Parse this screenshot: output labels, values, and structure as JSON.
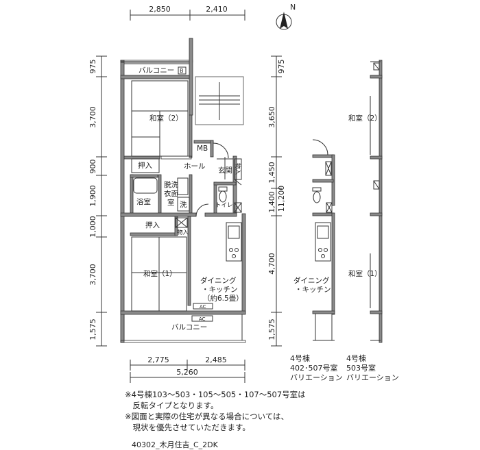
{
  "north_label": "N",
  "dims_top": [
    "2,850",
    "2,410"
  ],
  "dims_left": [
    "975",
    "3,700",
    "900",
    "1,900",
    "1,000",
    "3,700",
    "1,575"
  ],
  "dims_mid": [
    "975",
    "3,650",
    "1,450",
    "1,400",
    "4,700",
    "1,575"
  ],
  "dim_total_height": "11,200",
  "dims_bottom": [
    "2,775",
    "2,485"
  ],
  "dim_total_width": "5,260",
  "rooms": {
    "balcony_top": "バルコニー",
    "balcony_top_badge": "B",
    "washitsu2": "和室（2）",
    "mb": "MB",
    "oshiire_top": "押入",
    "hall": "ホール",
    "genkan": "玄関",
    "mono_top": "物入",
    "bathroom": "浴室",
    "dressing": [
      "脱洗",
      "衣面",
      "室"
    ],
    "wash": "洗",
    "toilet": "トイレ",
    "oshiire_bottom": "押入",
    "mono_bottom": "物入",
    "washitsu1": "和室（1）",
    "dining": [
      "ダイニング",
      "・キッチン",
      "（約6.5畳）"
    ],
    "ac1": "AC",
    "ac2": "AC",
    "balcony_bottom": "バルコニー"
  },
  "variant1": {
    "dining": [
      "ダイニング",
      "・キッチン"
    ],
    "caption": [
      "4号棟",
      "402･507号室",
      "バリエーション"
    ]
  },
  "variant2": {
    "washitsu2": "和室（2）",
    "washitsu1": "和室（1）",
    "caption": [
      "4号棟",
      "503号室",
      "バリエーション"
    ]
  },
  "notes": [
    "※4号棟103～503・105～505・107～507号室は",
    "　反転タイプとなります。",
    "※図面と実際の住宅が異なる場合については、",
    "　現状を優先させていただきます。"
  ],
  "code": "40302_木月住吉_C_2DK"
}
